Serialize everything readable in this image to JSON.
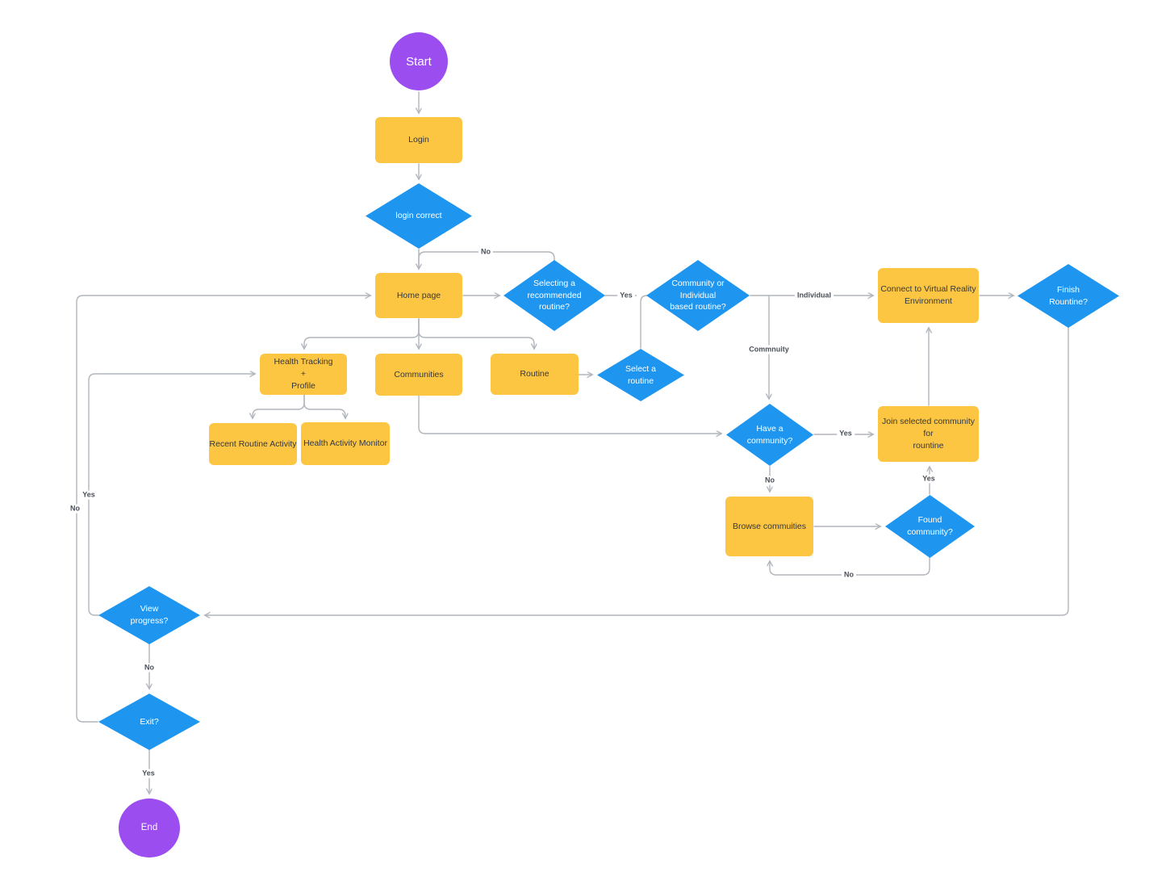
{
  "canvas": {
    "background": "#FFFFFF"
  },
  "colors": {
    "process_fill": "#FCC542",
    "decision_fill": "#1E96F0",
    "terminal_fill": "#9B4DF0",
    "connector": "#B1B6BC",
    "process_text": "#33383E",
    "decision_text": "#FFFFFF",
    "edge_label_text": "#4A5058"
  },
  "nodes": {
    "start": {
      "label": "Start",
      "type": "terminal"
    },
    "login": {
      "label": "Login",
      "type": "process"
    },
    "login_correct": {
      "label": "login correct",
      "type": "decision"
    },
    "home_page": {
      "label": "Home page",
      "type": "process"
    },
    "selecting_recommended": {
      "label": "Selecting a\nrecommended\nroutine?",
      "type": "decision"
    },
    "community_or_individual": {
      "label": "Community or\nIndividual\nbased routine?",
      "type": "decision"
    },
    "connect_vr": {
      "label": "Connect to Virtual Reality\nEnvironment",
      "type": "process"
    },
    "finish_routine": {
      "label": "Finish\nRountine?",
      "type": "decision"
    },
    "health_tracking": {
      "label": "Health Tracking\n+\nProfile",
      "type": "process"
    },
    "communities": {
      "label": "Communities",
      "type": "process"
    },
    "routine": {
      "label": "Routine",
      "type": "process"
    },
    "select_routine": {
      "label": "Select a\nroutine",
      "type": "decision"
    },
    "recent_routine_activity": {
      "label": "Recent Routine Activity",
      "type": "process"
    },
    "health_activity_monitor": {
      "label": "Health Activity Monitor",
      "type": "process"
    },
    "have_community": {
      "label": "Have a\ncommunity?",
      "type": "decision"
    },
    "join_selected_community": {
      "label": "Join selected community for\nrountine",
      "type": "process"
    },
    "browse_communities": {
      "label": "Browse commuities",
      "type": "process"
    },
    "found_community": {
      "label": "Found\ncommunity?",
      "type": "decision"
    },
    "view_progress": {
      "label": "View\nprogress?",
      "type": "decision"
    },
    "exit": {
      "label": "Exit?",
      "type": "decision"
    },
    "end": {
      "label": "End",
      "type": "terminal"
    }
  },
  "edge_labels": {
    "selecting_no": "No",
    "selecting_yes": "Yes",
    "individual": "Individual",
    "community": "Commnuity",
    "have_community_yes": "Yes",
    "have_community_no": "No",
    "found_yes": "Yes",
    "found_no": "No",
    "view_progress_yes": "Yes",
    "view_progress_no": "No",
    "exit_no": "No",
    "exit_yes": "Yes"
  }
}
